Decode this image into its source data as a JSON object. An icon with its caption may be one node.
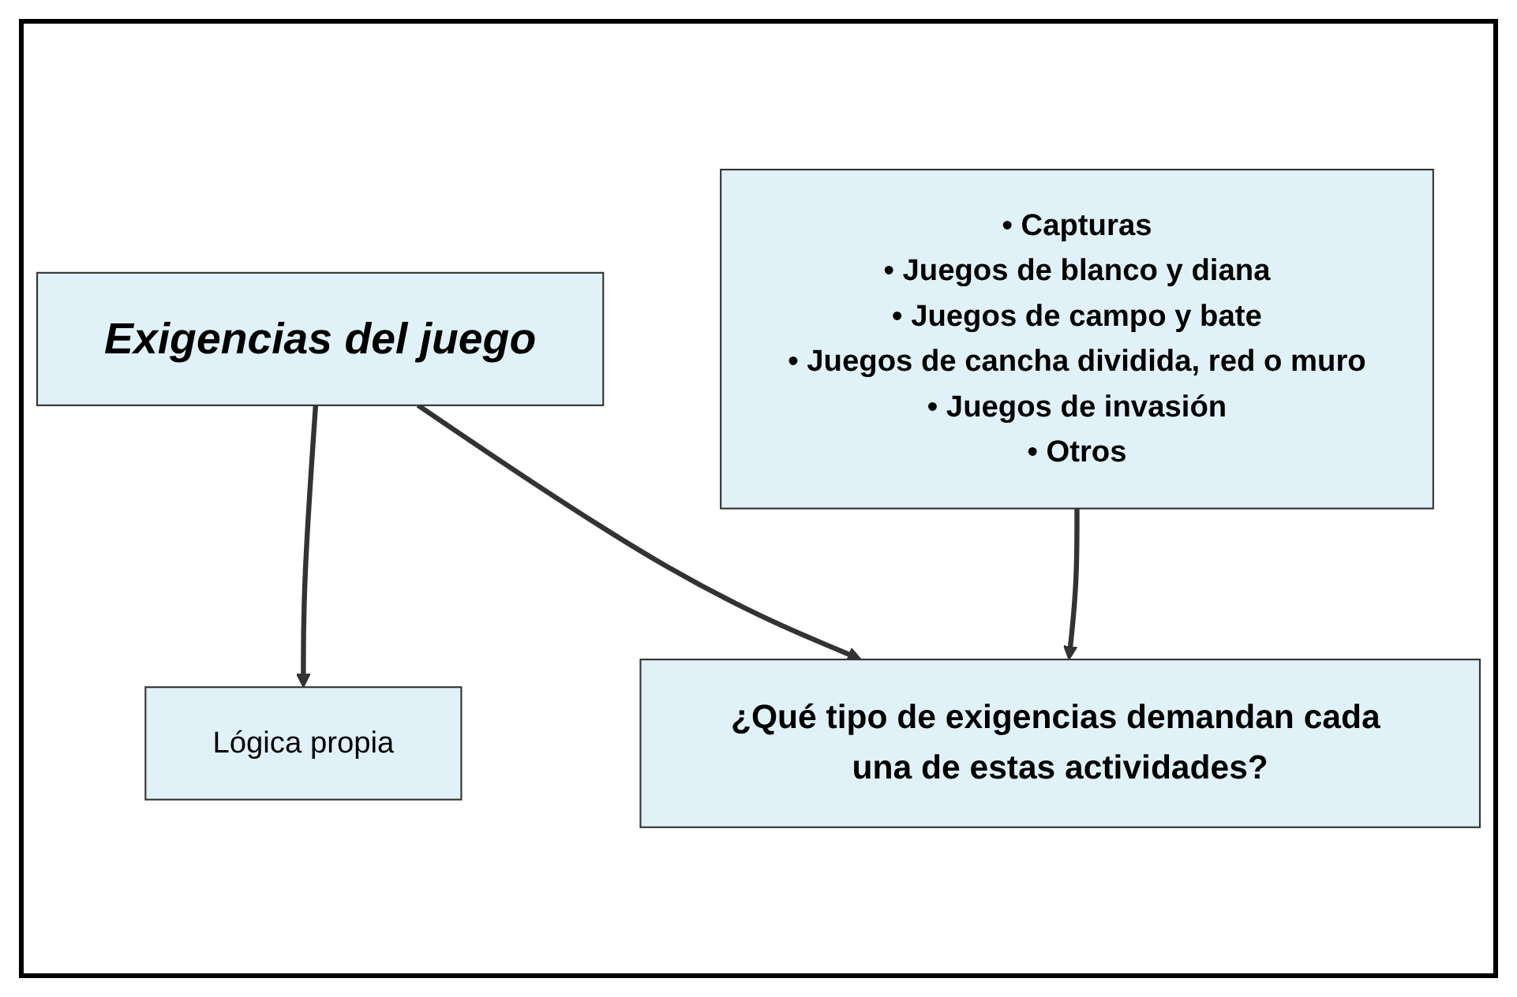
{
  "diagram": {
    "nodes": [
      {
        "text": [
          "Exigencias del juego"
        ]
      },
      {
        "text": [
          "Lógica propia"
        ]
      },
      {
        "text": [
          "• Capturas",
          "• Juegos de blanco y diana",
          "• Juegos de campo y bate",
          "• Juegos de cancha dividida, red o muro",
          "• Juegos de invasión",
          "• Otros"
        ]
      },
      {
        "text": [
          "¿Qué tipo de exigencias demandan cada una de estas actividades?"
        ]
      }
    ],
    "edges": [
      {
        "from": 0,
        "to": 1,
        "arrow": "to"
      },
      {
        "from": 0,
        "to": 3,
        "arrow": "to"
      },
      {
        "from": 2,
        "to": 3,
        "arrow": "to"
      }
    ]
  }
}
